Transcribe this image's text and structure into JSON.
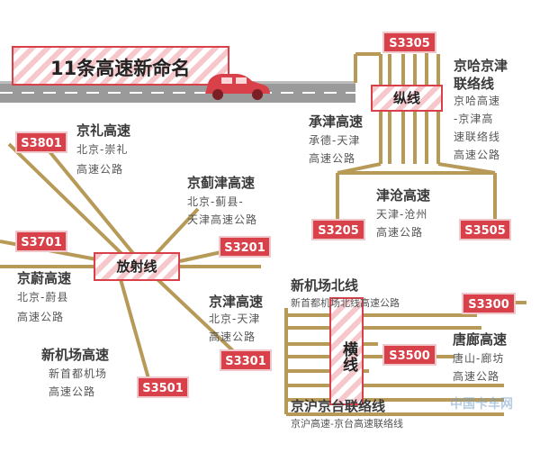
{
  "banner": {
    "title": "11条高速新命名"
  },
  "hubs": {
    "vertical": "纵线",
    "radial": "放射线",
    "horizontal": "横线"
  },
  "codes": {
    "S3305": "S3305",
    "S3801": "S3801",
    "S3701": "S3701",
    "S3201": "S3201",
    "S3205": "S3205",
    "S3505": "S3505",
    "S3301": "S3301",
    "S3501": "S3501",
    "S3300": "S3300",
    "S3500": "S3500"
  },
  "routes": {
    "jingha": {
      "name_l1": "京哈京津",
      "name_l2": "联络线",
      "desc": [
        "京哈高速",
        "-京津高",
        "速联络线",
        "高速公路"
      ]
    },
    "chengjin": {
      "name": "承津高速",
      "desc": [
        "承德-天津",
        "高速公路"
      ]
    },
    "jincang": {
      "name": "津沧高速",
      "desc": [
        "天津-沧州",
        "高速公路"
      ]
    },
    "jingli": {
      "name": "京礼高速",
      "desc": [
        "北京-崇礼",
        "高速公路"
      ]
    },
    "jingjijin": {
      "name": "京蓟津高速",
      "desc": [
        "北京-蓟县-",
        "天津高速公路"
      ]
    },
    "jingwei": {
      "name": "京蔚高速",
      "desc": [
        "北京-蔚县",
        "高速公路"
      ]
    },
    "jingjin": {
      "name": "京津高速",
      "desc": [
        "北京-天津",
        "高速公路"
      ]
    },
    "xinjichang": {
      "name": "新机场高速",
      "desc": [
        "新首都机场",
        "高速公路"
      ]
    },
    "xinjichangbei": {
      "name": "新机场北线",
      "desc": [
        "新首都机场北线高速公路"
      ]
    },
    "tangliang": {
      "name": "唐廊高速",
      "desc": [
        "唐山-廊坊",
        "高速公路"
      ]
    },
    "jinghu": {
      "name": "京沪京台联络线",
      "desc": [
        "京沪高速-京台高速联络线"
      ]
    }
  },
  "watermark": "中国卡车网"
}
